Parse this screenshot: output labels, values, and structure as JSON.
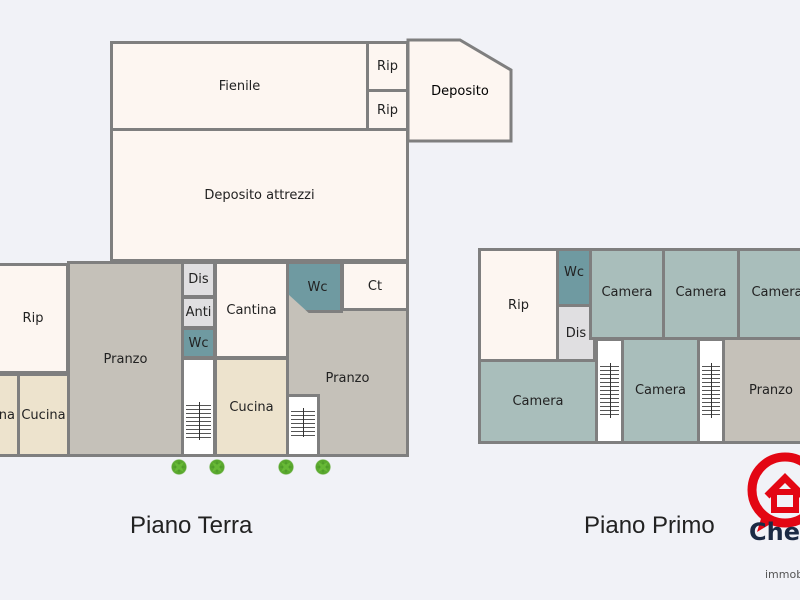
{
  "ground_floor": {
    "title": "Piano Terra",
    "rooms": {
      "fienile": "Fienile",
      "rip1": "Rip",
      "rip2": "Rip",
      "deposito": "Deposito",
      "deposito_attrezzi": "Deposito attrezzi",
      "rip_left": "Rip",
      "cucina_partial": "na",
      "cucina_left": "Cucina",
      "pranzo_left": "Pranzo",
      "dis": "Dis",
      "anti": "Anti",
      "wc_small": "Wc",
      "cantina": "Cantina",
      "cucina_mid": "Cucina",
      "wc_right": "Wc",
      "ct": "Ct",
      "pranzo_right": "Pranzo"
    }
  },
  "first_floor": {
    "title": "Piano Primo",
    "rooms": {
      "rip": "Rip",
      "wc": "Wc",
      "dis": "Dis",
      "camera1": "Camera",
      "camera2": "Camera",
      "camera3": "Camera",
      "camera4": "Camera",
      "camera5": "Camera",
      "pranzo": "Pranzo"
    }
  },
  "logo": {
    "name": "Che C",
    "subtitle": "immob",
    "color": "#e30613"
  }
}
